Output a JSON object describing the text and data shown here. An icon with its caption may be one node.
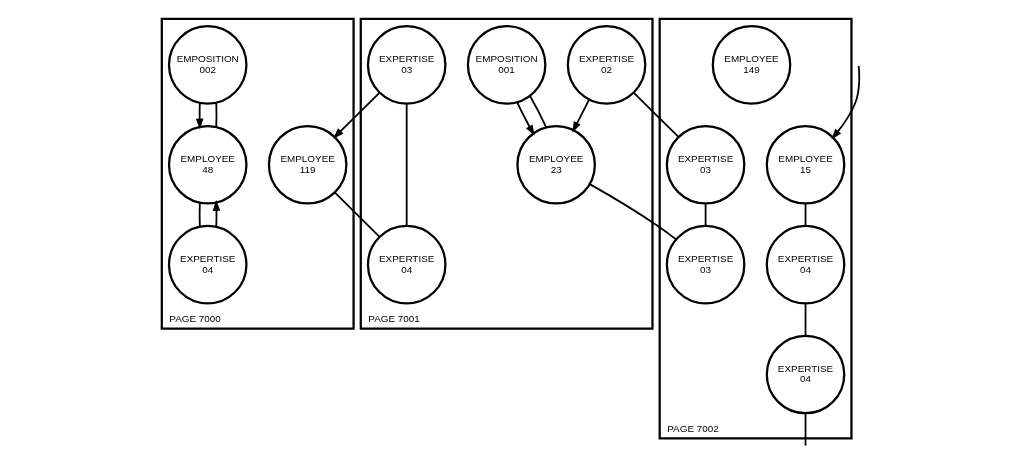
{
  "diagram": {
    "nodes": [
      {
        "text": [
          "PAGE 7000"
        ]
      },
      {
        "text": [
          "EMPOSITION 002"
        ],
        "in": 0
      },
      {
        "text": [
          "EMPLOYEE 119"
        ],
        "in": 0
      },
      {
        "text": [
          "EMPLOYEE 48"
        ],
        "in": 0
      },
      {
        "text": [
          "EXPERTISE 04"
        ],
        "in": 0
      },
      {
        "text": [
          "PAGE 7001"
        ]
      },
      {
        "text": [
          "EXPERTISE 03"
        ],
        "in": 5
      },
      {
        "text": [
          "EXPERTISE 04"
        ],
        "in": 5
      },
      {
        "text": [
          "EXPERTISE 02"
        ],
        "in": 5
      },
      {
        "text": [
          "EMPOSITION 001"
        ],
        "in": 5
      },
      {
        "text": [
          "EMPLOYEE 23"
        ],
        "in": 5
      },
      {
        "text": [
          "PAGE 7002"
        ]
      },
      {
        "text": [
          "EMPLOYEE 149"
        ],
        "in": 11
      },
      {
        "text": [
          "EMPLOYEE 15"
        ],
        "in": 11
      },
      {
        "text": [
          "EXPERTISE 03"
        ],
        "in": 11
      },
      {
        "text": [
          "EXPERTISE 04"
        ],
        "in": 11
      },
      {
        "text": [
          "EXPERTISE 03"
        ],
        "in": 11
      },
      {
        "text": [
          "EXPERTISE 04"
        ],
        "in": 11
      }
    ],
    "edges": [
      {
        "from": 1,
        "to": 3,
        "arrow": "to"
      },
      {
        "from": 3,
        "to": 1,
        "arrow": "none"
      },
      {
        "from": 4,
        "to": 3,
        "arrow": "to"
      },
      {
        "from": 3,
        "to": 4,
        "arrow": "none"
      },
      {
        "from": 6,
        "to": 2,
        "arrow": "to"
      },
      {
        "from": 2,
        "to": 7,
        "arrow": "none"
      },
      {
        "from": 6,
        "to": 7,
        "arrow": "none"
      },
      {
        "from": 8,
        "to": 10,
        "arrow": "to"
      },
      {
        "from": 9,
        "to": 10,
        "arrow": "to"
      },
      {
        "from": 10,
        "to": 9,
        "arrow": "none"
      },
      {
        "from": 8,
        "to": 14,
        "arrow": "none"
      },
      {
        "from": 10,
        "to": 16,
        "arrow": "none"
      },
      {
        "from": 14,
        "to": 16,
        "arrow": "none"
      },
      {
        "from": null,
        "to": 13,
        "arrow": "to"
      },
      {
        "from": 13,
        "to": 15,
        "arrow": "none"
      },
      {
        "from": 15,
        "to": 17,
        "arrow": "none"
      },
      {
        "from": 17,
        "to": null,
        "arrow": "none"
      }
    ]
  }
}
